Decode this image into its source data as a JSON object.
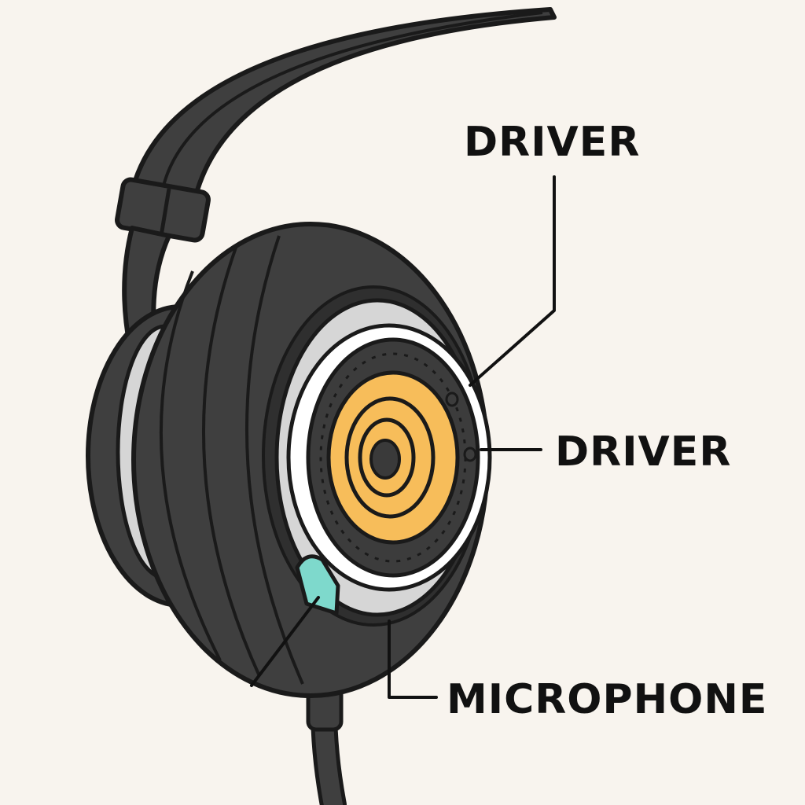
{
  "labels": {
    "driver_top": "DRIVER",
    "driver_right": "DRIVER",
    "microphone": "MICROPHONE"
  },
  "colors": {
    "background": "#f8f4ee",
    "outline": "#1a1a1a",
    "cushion": "#3f3f3f",
    "cushion_dark": "#2f2f2f",
    "inner_ring": "#d6d6d6",
    "white_ring": "#ffffff",
    "driver_plate": "#3c3c3c",
    "driver_cone": "#f7bd5a",
    "driver_cap": "#3a3a3a",
    "mic_window": "#7ed9cc"
  }
}
